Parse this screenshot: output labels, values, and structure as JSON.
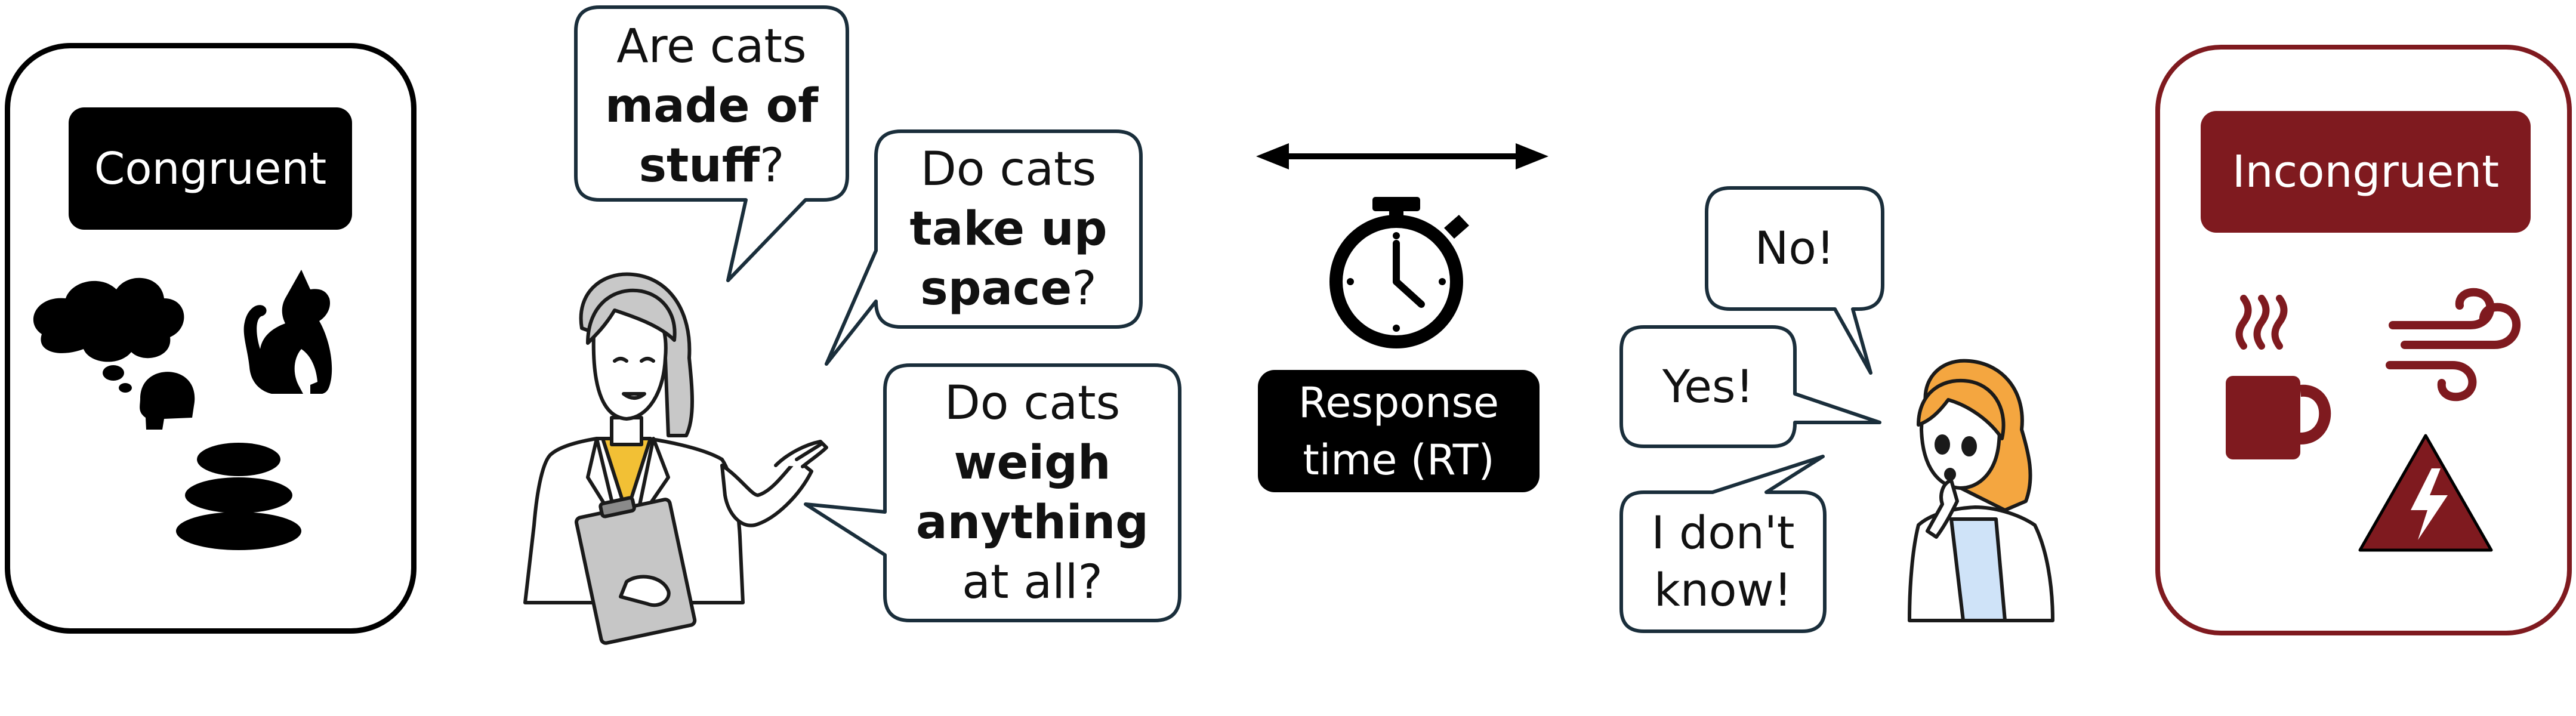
{
  "congruent": {
    "label": "Congruent",
    "border_color": "#000000",
    "label_bg": "#000000",
    "icons": [
      "thinking-head-icon",
      "cat-icon",
      "stacked-stones-icon"
    ]
  },
  "incongruent": {
    "label": "Incongruent",
    "border_color": "#7f1a1f",
    "label_bg": "#7f1a1f",
    "icons": [
      "hot-mug-icon",
      "wind-icon",
      "lightning-warning-icon"
    ]
  },
  "questions": [
    {
      "pre": "Are cats",
      "bold": "made of stuff",
      "bold_line1": "made of",
      "bold_line2": "stuff",
      "post": "?"
    },
    {
      "pre": "Do cats",
      "bold_line1": "take up",
      "bold_line2": "space",
      "post": "?"
    },
    {
      "pre": "Do cats",
      "bold_line1": "weigh",
      "bold_line2": "anything",
      "post": "at all?"
    }
  ],
  "answers": [
    "No!",
    "Yes!",
    "I don't know!"
  ],
  "answer_lines": {
    "a3_line1": "I don't",
    "a3_line2": "know!"
  },
  "response_time": {
    "line1": "Response",
    "line2": "time (RT)"
  }
}
